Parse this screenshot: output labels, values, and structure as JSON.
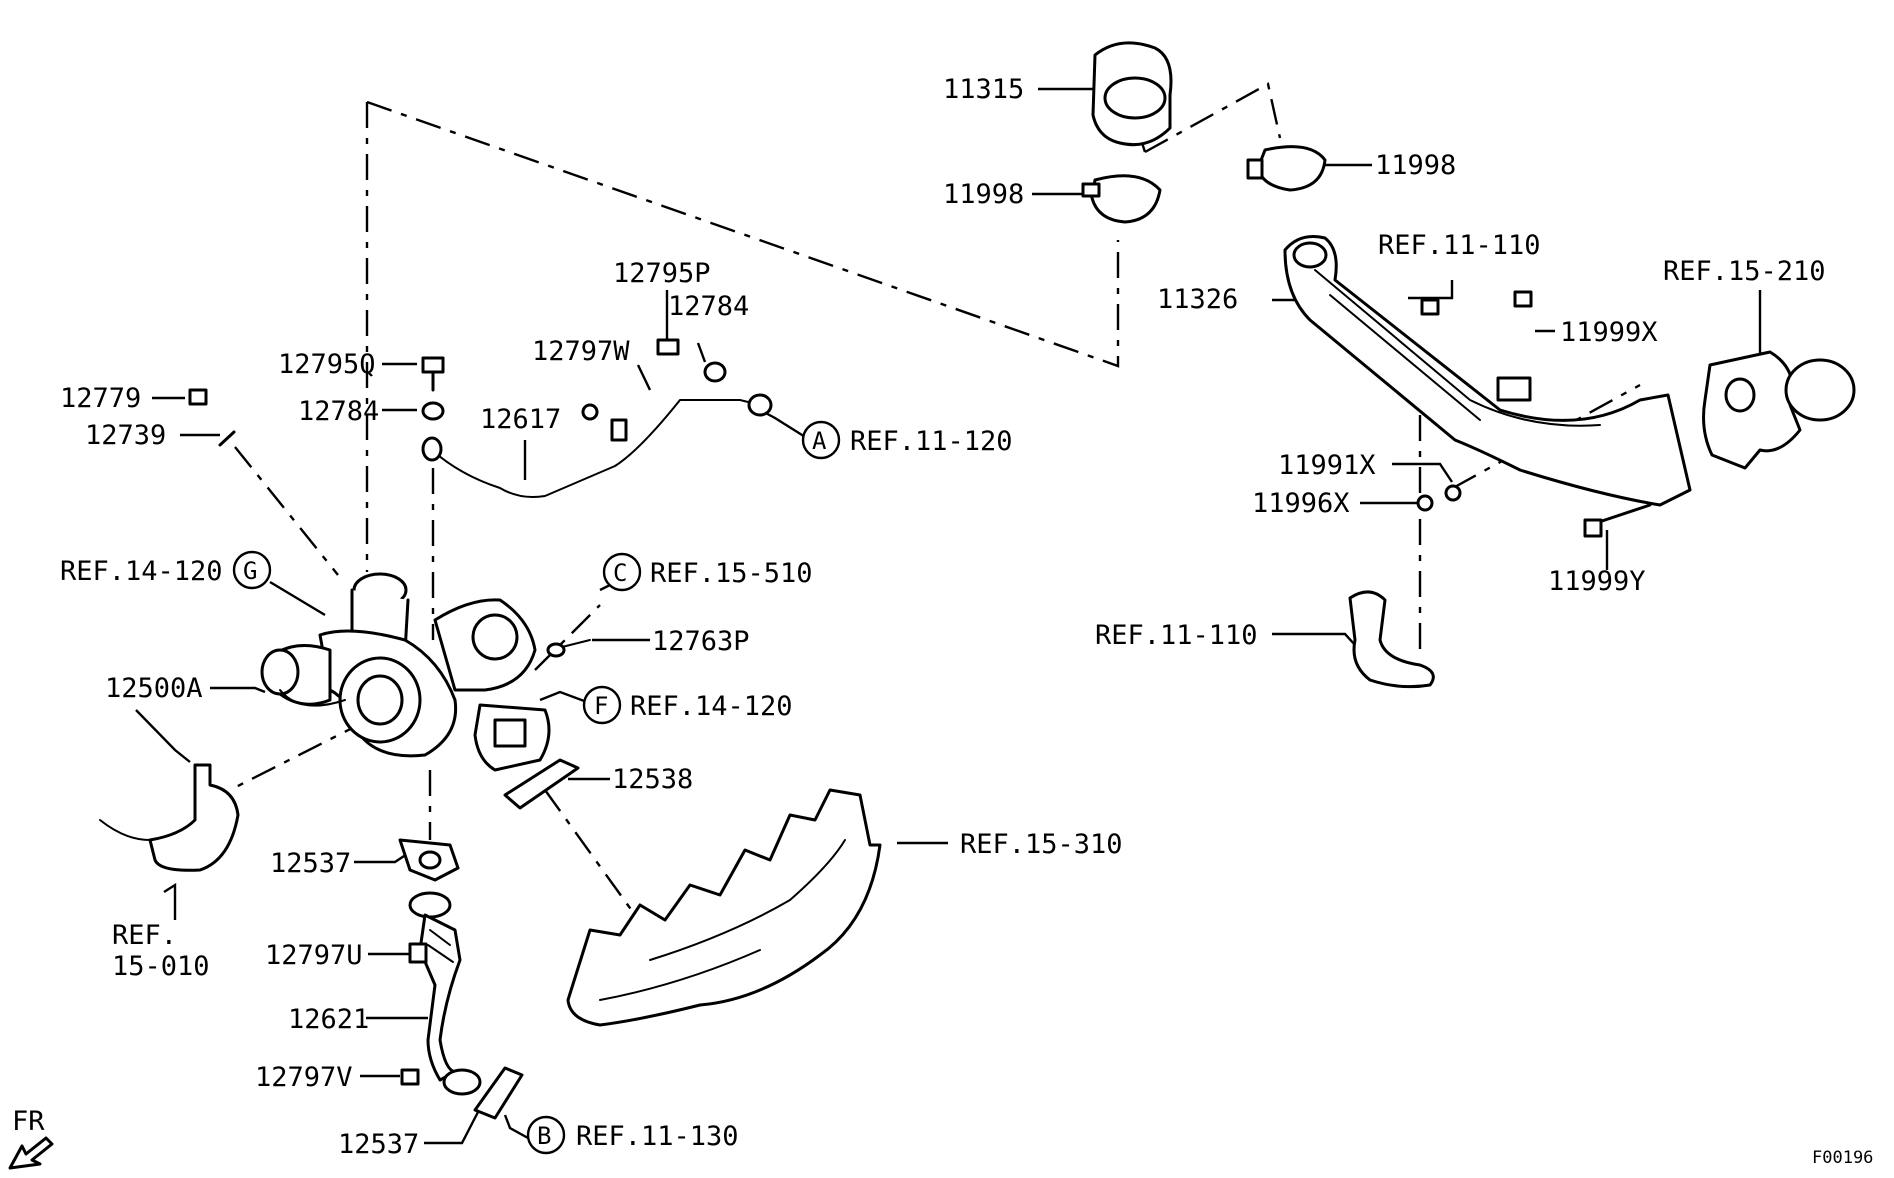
{
  "diagram": {
    "code": "F00196",
    "fr_label": "FR",
    "labels": {
      "p11315": "11315",
      "p11998a": "11998",
      "p11998b": "11998",
      "p11326": "11326",
      "ref11110a": "REF.11-110",
      "ref15210": "REF.15-210",
      "p11999x": "11999X",
      "p11991x": "11991X",
      "p11996x": "11996X",
      "p11999y": "11999Y",
      "ref11110b": "REF.11-110",
      "p12795p": "12795P",
      "p12784a": "12784",
      "p12797w": "12797W",
      "p12795q": "12795Q",
      "p12784b": "12784",
      "p12617": "12617",
      "p12779": "12779",
      "p12739": "12739",
      "refA": "REF.11-120",
      "refG": "REF.14-120",
      "refC": "REF.15-510",
      "p12763p": "12763P",
      "p12500a": "12500A",
      "refF": "REF.14-120",
      "p12538": "12538",
      "ref15310": "REF.15-310",
      "p12537a": "12537",
      "ref15010_line1": "REF.",
      "ref15010_line2": "15-010",
      "p12797u": "12797U",
      "p12621": "12621",
      "p12797v": "12797V",
      "p12537b": "12537",
      "refB": "REF.11-130"
    },
    "badges": {
      "A": "A",
      "G": "G",
      "C": "C",
      "F": "F",
      "B": "B"
    }
  }
}
